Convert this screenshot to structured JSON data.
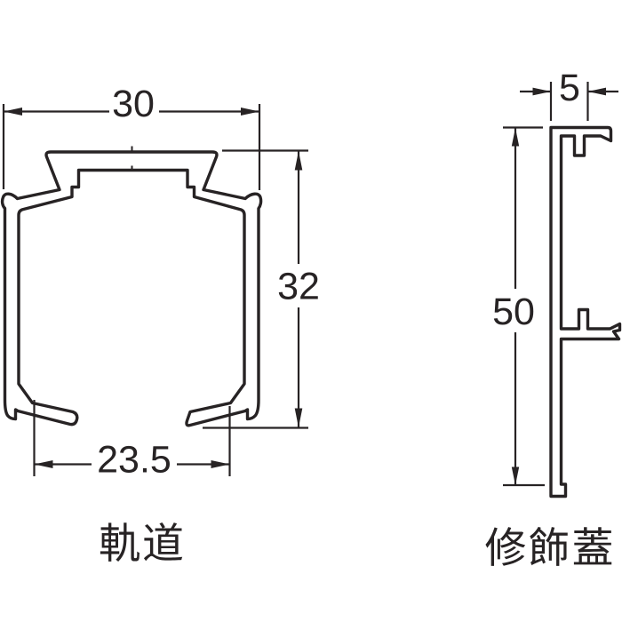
{
  "colors": {
    "background": "#ffffff",
    "line": "#272324"
  },
  "views": [
    {
      "name": "track",
      "label": "軌道",
      "dimensions": {
        "outer_width": "30",
        "height": "32",
        "inner_bottom_width": "23.5"
      }
    },
    {
      "name": "cover",
      "label": "修飾蓋",
      "dimensions": {
        "top_width": "5",
        "height": "50"
      }
    }
  ]
}
